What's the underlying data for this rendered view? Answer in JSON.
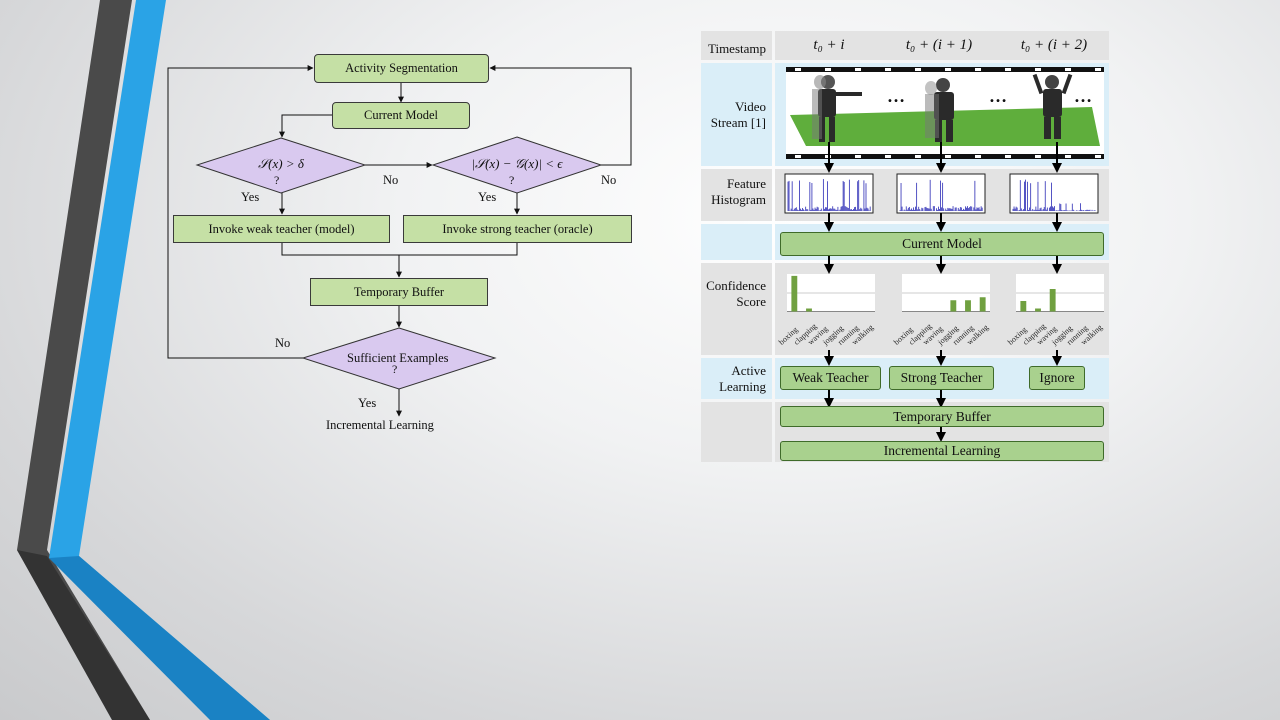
{
  "flowchart": {
    "activity_segmentation": "Activity Segmentation",
    "current_model": "Current Model",
    "decision1": "𝒮(x) > δ",
    "decision1_q": "?",
    "decision2": "|𝒮(x) − 𝒢(x)| < ϵ",
    "decision2_q": "?",
    "invoke_weak": "Invoke weak teacher (model)",
    "invoke_strong": "Invoke strong teacher (oracle)",
    "temporary_buffer": "Temporary Buffer",
    "sufficient": "Sufficient Examples",
    "sufficient_q": "?",
    "incremental": "Incremental Learning",
    "yes1": "Yes",
    "no1": "No",
    "yes2": "Yes",
    "no2": "No",
    "no3": "No",
    "yes3": "Yes"
  },
  "table": {
    "row_labels": {
      "timestamp": "Timestamp",
      "video_stream": "Video Stream [1]",
      "feature_histogram": "Feature Histogram",
      "confidence_score": "Confidence Score",
      "active_learning": "Active Learning"
    },
    "timestamps": [
      "t₀ + i",
      "t₀ + (i + 1)",
      "t₀ + (i + 2)"
    ],
    "dots": "…",
    "current_model": "Current Model",
    "weak_teacher": "Weak Teacher",
    "strong_teacher": "Strong Teacher",
    "ignore": "Ignore",
    "temporary_buffer": "Temporary Buffer",
    "incremental_learning": "Incremental Learning",
    "categories": [
      "boxing",
      "clapping",
      "waving",
      "jogging",
      "running",
      "walking"
    ]
  },
  "chart_data": {
    "type": "bar",
    "categories": [
      "boxing",
      "clapping",
      "waving",
      "jogging",
      "running",
      "walking"
    ],
    "series": [
      {
        "values": [
          0.95,
          0.08,
          0,
          0,
          0,
          0
        ]
      },
      {
        "values": [
          0,
          0,
          0,
          0.3,
          0.3,
          0.38
        ]
      },
      {
        "values": [
          0.28,
          0.08,
          0.6,
          0,
          0,
          0
        ]
      }
    ],
    "ylim": [
      0,
      1
    ]
  },
  "colors": {
    "green_box": "#c5e0a5",
    "purple_diamond": "#d9c9ef",
    "row_blue": "#daeef8",
    "row_gray": "#e3e3e3",
    "bar_green": "#70a040",
    "hist_blue": "#2b2bb5"
  }
}
